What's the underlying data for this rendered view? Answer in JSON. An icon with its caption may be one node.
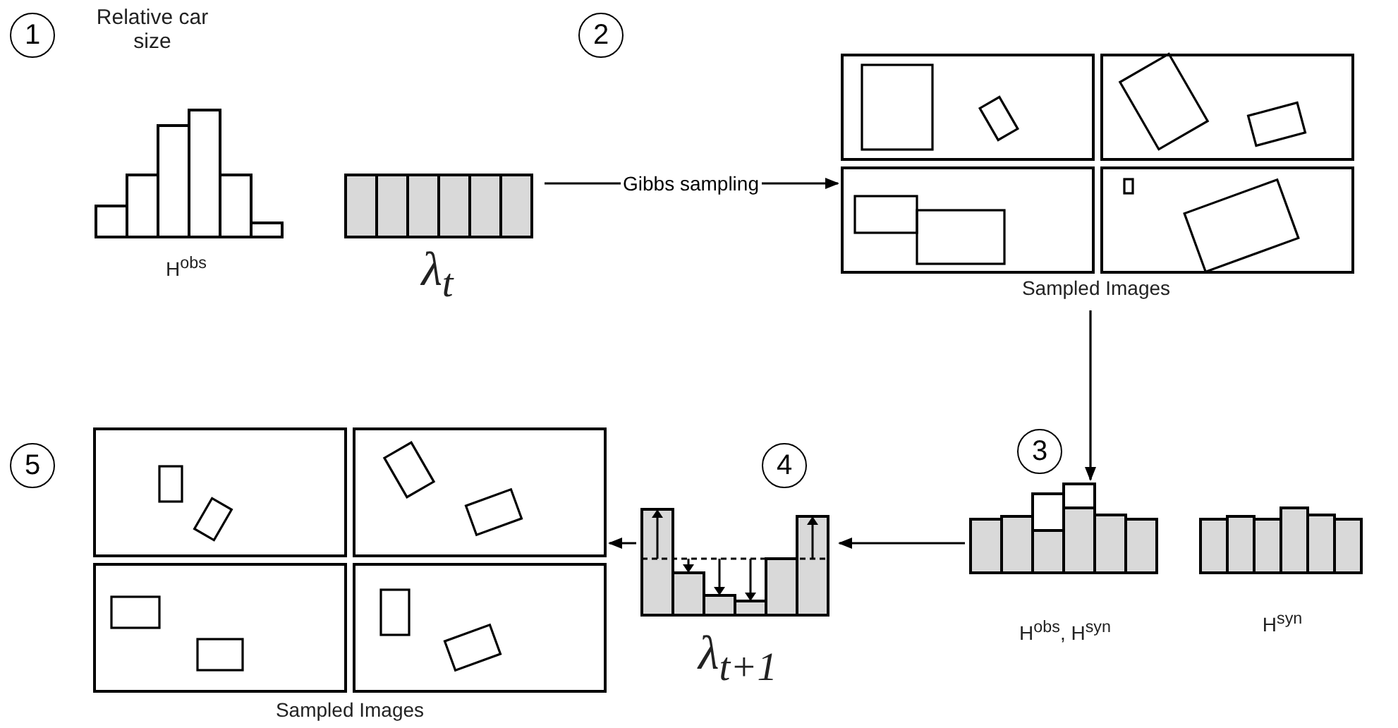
{
  "diagram": {
    "nodes": [
      {
        "text": [
          "1"
        ]
      },
      {
        "text": [
          "2"
        ]
      },
      {
        "text": [],
        "shape": "picture",
        "beside": [
          "H$^{obs}$"
        ]
      },
      {
        "text": [],
        "shape": "picture",
        "beside": [
          "λ$_{t}$"
        ]
      },
      {
        "text": [],
        "shape": "picture",
        "beside": [
          "Sampled Images"
        ]
      },
      {
        "text": [
          "3"
        ]
      },
      {
        "text": [],
        "shape": "picture",
        "beside": [
          "H$^{obs}$, H$^{syn}$"
        ]
      },
      {
        "text": [],
        "shape": "picture",
        "beside": [
          "H$^{syn}$"
        ]
      },
      {
        "text": [
          "4"
        ]
      },
      {
        "text": [],
        "shape": "picture",
        "beside": [
          "λ$_{t+1}$"
        ]
      },
      {
        "text": [
          "5"
        ]
      },
      {
        "text": [],
        "shape": "picture",
        "beside": [
          "Sampled Images"
        ]
      }
    ],
    "edges": [
      {
        "from": 3,
        "to": 4,
        "arrow": "to",
        "label": "Gibbs sampling"
      },
      {
        "from": 4,
        "to": 6,
        "arrow": "to"
      },
      {
        "from": 6,
        "to": 9,
        "arrow": "to"
      },
      {
        "from": 9,
        "to": 11,
        "arrow": "to"
      }
    ],
    "labels": [
      "Relative car size"
    ]
  }
}
